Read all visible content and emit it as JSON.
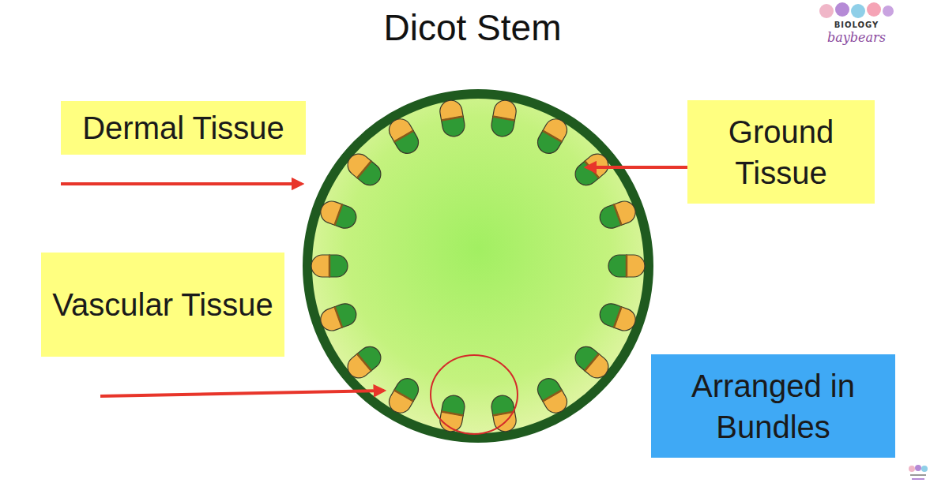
{
  "diagram": {
    "title": "Dicot Stem",
    "nodes": [
      {
        "text": [
          "Dermal Tissue"
        ]
      },
      {
        "text": [
          "Ground Tissue"
        ]
      },
      {
        "text": [
          "Vascular Tissue"
        ]
      },
      {
        "text": [
          "Arranged in Bundles"
        ]
      }
    ],
    "labels": [
      "BIOLOGY",
      "baybears"
    ]
  }
}
